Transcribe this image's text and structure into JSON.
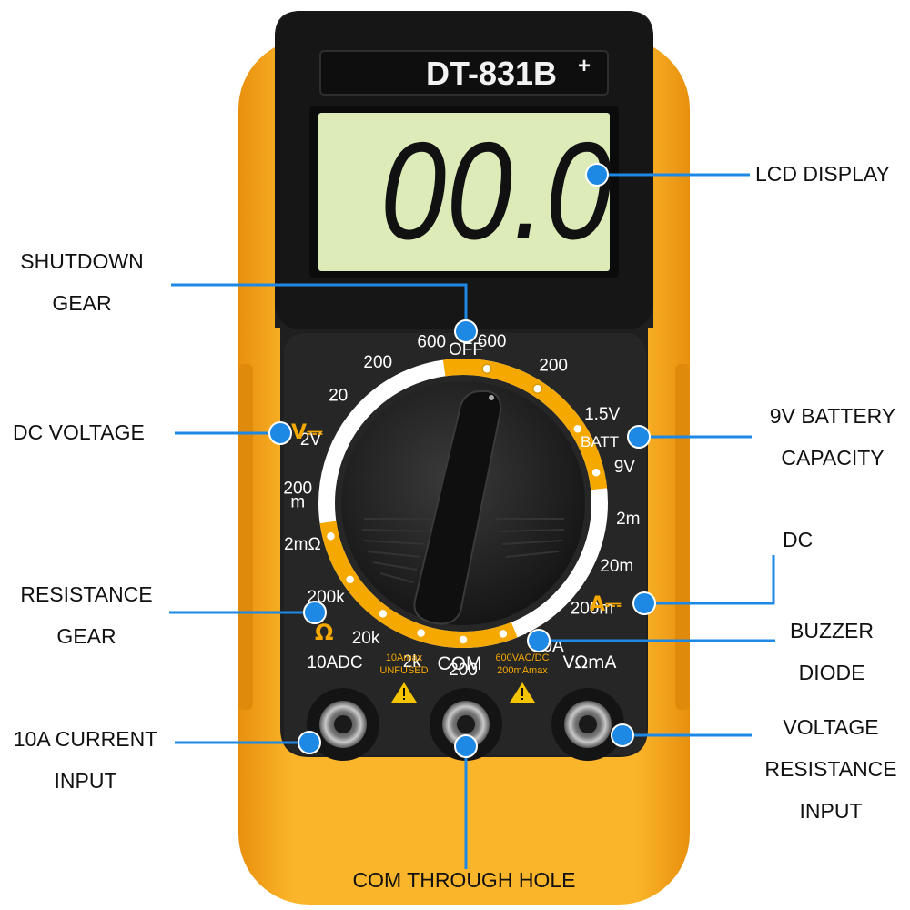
{
  "model": {
    "text": "DT-831B",
    "sup": "+"
  },
  "lcd": {
    "reading": "00.0"
  },
  "dial": {
    "off": "OFF",
    "ticks": [
      {
        "id": "acv-600",
        "text": "600",
        "angle": 10,
        "color": "#d99a00"
      },
      {
        "id": "acv-200",
        "text": "200",
        "angle": 33,
        "color": "#d99a00"
      },
      {
        "id": "batt-15v",
        "text": "1.5V",
        "angle": 57,
        "color": "#f5a800"
      },
      {
        "id": "batt-9v",
        "text": "9V",
        "angle": 77,
        "color": "#f5a800"
      },
      {
        "id": "dca-2m",
        "text": "2m",
        "angle": 95,
        "color": "#ffffff"
      },
      {
        "id": "dca-20m",
        "text": "20m",
        "angle": 112,
        "color": "#ffffff"
      },
      {
        "id": "dca-200m",
        "text": "200m",
        "angle": 129,
        "color": "#ffffff"
      },
      {
        "id": "dca-10a",
        "text": "10A",
        "angle": 149,
        "color": "#ffffff"
      },
      {
        "id": "buzzer",
        "text": "",
        "angle": 163,
        "color": "#f5a800"
      },
      {
        "id": "ohm-200",
        "text": "200",
        "angle": 180,
        "color": "#f5a800"
      },
      {
        "id": "ohm-2k",
        "text": "2k",
        "angle": 198,
        "color": "#f5a800"
      },
      {
        "id": "ohm-20k",
        "text": "20k",
        "angle": 216,
        "color": "#f5a800"
      },
      {
        "id": "ohm-200k",
        "text": "200k",
        "angle": 236,
        "color": "#f5a800"
      },
      {
        "id": "ohm-2m",
        "text": "2mΩ",
        "angle": 256,
        "color": "#f5a800"
      },
      {
        "id": "dcv-200m",
        "text": "200 m",
        "angle": 273,
        "color": "#ffffff"
      },
      {
        "id": "dcv-2v",
        "text": "2V",
        "angle": 293,
        "color": "#ffffff"
      },
      {
        "id": "dcv-20",
        "text": "20",
        "angle": 311,
        "color": "#ffffff"
      },
      {
        "id": "dcv-200",
        "text": "200",
        "angle": 329,
        "color": "#ffffff"
      },
      {
        "id": "dcv-600",
        "text": "600",
        "angle": 349,
        "color": "#ffffff"
      }
    ],
    "batt_label": "BATT",
    "dcv_symbol": "V⎓",
    "dca_symbol": "A⎓",
    "ohm_symbol": "Ω"
  },
  "jacks": {
    "left": "10ADC",
    "mid": "COM",
    "right": "VΩmA",
    "warn_left": [
      "10Amax",
      "UNFUSED"
    ],
    "warn_right": [
      "600VAC/DC",
      "200mAmax"
    ]
  },
  "callouts": {
    "lcd": [
      "LCD DISPLAY"
    ],
    "shutdown": [
      "SHUTDOWN",
      "GEAR"
    ],
    "dcv": [
      "DC VOLTAGE"
    ],
    "battery": [
      "9V BATTERY",
      "CAPACITY"
    ],
    "dc": [
      "DC"
    ],
    "resistance": [
      "RESISTANCE",
      "GEAR"
    ],
    "buzzer": [
      "BUZZER",
      "DIODE"
    ],
    "current": [
      "10A CURRENT",
      "INPUT"
    ],
    "voltage": [
      "VOLTAGE",
      "RESISTANCE",
      "INPUT"
    ],
    "com": [
      "COM THROUGH HOLE"
    ]
  },
  "colors": {
    "body": "#f7a81b",
    "panel": "#1e1e1e",
    "lcd": "#dcebb8",
    "accent": "#f5a800",
    "callout": "#1e88e5"
  }
}
